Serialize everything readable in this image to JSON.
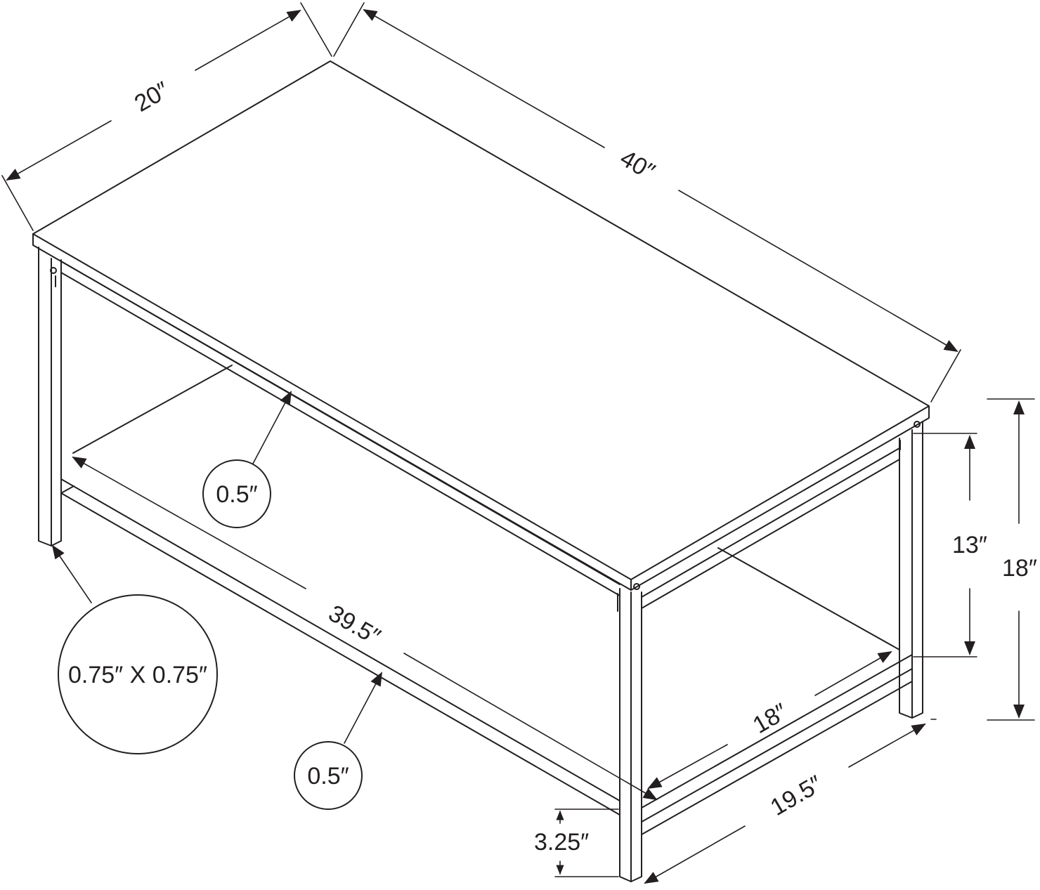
{
  "labels": {
    "top_width": "20″",
    "top_length": "40″",
    "top_thickness": "0.5″",
    "leg_section": "0.75″ X 0.75″",
    "shelf_length": "39.5″",
    "shelf_thickness": "0.5″",
    "shelf_depth": "18″",
    "frame_depth": "19.5″",
    "clearance_height": "13″",
    "total_height": "18″",
    "shelf_height": "3.25″"
  },
  "colors": {
    "line": "#231f20",
    "background": "#ffffff"
  }
}
